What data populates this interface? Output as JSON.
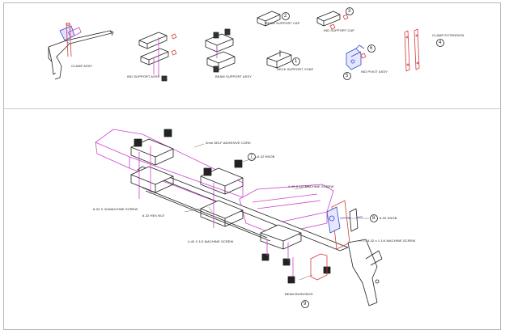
{
  "top_labels": {
    "clamp_assy": "CLAMP ASSY",
    "ind_support_assy": "IND SUPPORT ASSY",
    "beam_support_assy": "BEAM SUPPORT ASSY",
    "beam_support_cap": "BEAM SUPPORT CAP",
    "ind_support_cap": "IND SUPPORT CAP",
    "deck_support_yoke": "DECK SUPPORT YOKE",
    "ind_pivot_assy": "IND PIVOT ASSY",
    "clamp_extension": "CLAMP EXTENSION"
  },
  "top_numbers": {
    "n1": "1",
    "n2": "2",
    "n3": "3",
    "n4": "4",
    "n5": "5",
    "n6": "6"
  },
  "bottom_labels": {
    "adhesive_cork": "2mm SELF ADHESIVE CORK",
    "knob_632": "6-32 KNOB",
    "screw_440_half_a": "4-40 X 1/2 MACHINE SCREW",
    "screw_632_3_4": "6-32 X 3/4MACHINE SCREW",
    "hex_nut": "6-32 HEX NUT",
    "screw_440_half_b": "4-40 X 1/2 MACHINE SCREW",
    "knob_832": "8-32 KNOB",
    "screw_832": "8-32 x 1 1/4 MACHINE SCREW",
    "beam_bushings": "BEAM BUSHINGS"
  },
  "bottom_numbers": {
    "n7": "7",
    "n8": "8",
    "n9": "9"
  },
  "colors": {
    "pink": "#cc44cc",
    "red": "#d23a3a",
    "blue": "#3344cc",
    "line": "#222222",
    "grey": "#888888"
  }
}
